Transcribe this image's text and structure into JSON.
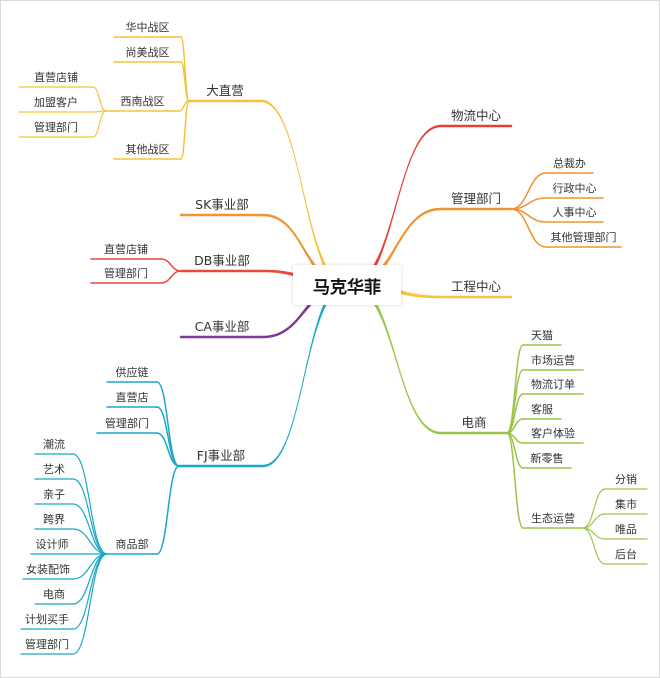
{
  "root": "马克华菲",
  "colors": {
    "dazhiying": "#f5c33b",
    "sk": "#f0952f",
    "db": "#e74a3c",
    "ca": "#7b3b96",
    "fj": "#1aa8c7",
    "wuliu": "#e64035",
    "guanli": "#f0922e",
    "gongcheng": "#f7c63b",
    "dianshang": "#9ac547"
  },
  "branches": {
    "dazhiying": {
      "label": "大直营",
      "children": [
        "华中战区",
        "尚美战区",
        "西南战区",
        "其他战区"
      ],
      "xinan": [
        "直营店铺",
        "加盟客户",
        "管理部门"
      ]
    },
    "sk": {
      "label": "SK事业部"
    },
    "db": {
      "label": "DB事业部",
      "children": [
        "直营店铺",
        "管理部门"
      ]
    },
    "ca": {
      "label": "CA事业部"
    },
    "fj": {
      "label": "FJ事业部",
      "children": [
        "供应链",
        "直营店",
        "管理部门",
        "商品部"
      ],
      "shangpin": [
        "潮流",
        "艺术",
        "亲子",
        "跨界",
        "设计师",
        "女装配饰",
        "电商",
        "计划买手",
        "管理部门"
      ]
    },
    "wuliu": {
      "label": "物流中心"
    },
    "guanli": {
      "label": "管理部门",
      "children": [
        "总裁办",
        "行政中心",
        "人事中心",
        "其他管理部门"
      ]
    },
    "gongcheng": {
      "label": "工程中心"
    },
    "dianshang": {
      "label": "电商",
      "children": [
        "天猫",
        "市场运营",
        "物流订单",
        "客服",
        "客户体验",
        "新零售",
        "生态运营"
      ],
      "shengtai": [
        "分销",
        "集市",
        "唯品",
        "后台"
      ]
    }
  }
}
